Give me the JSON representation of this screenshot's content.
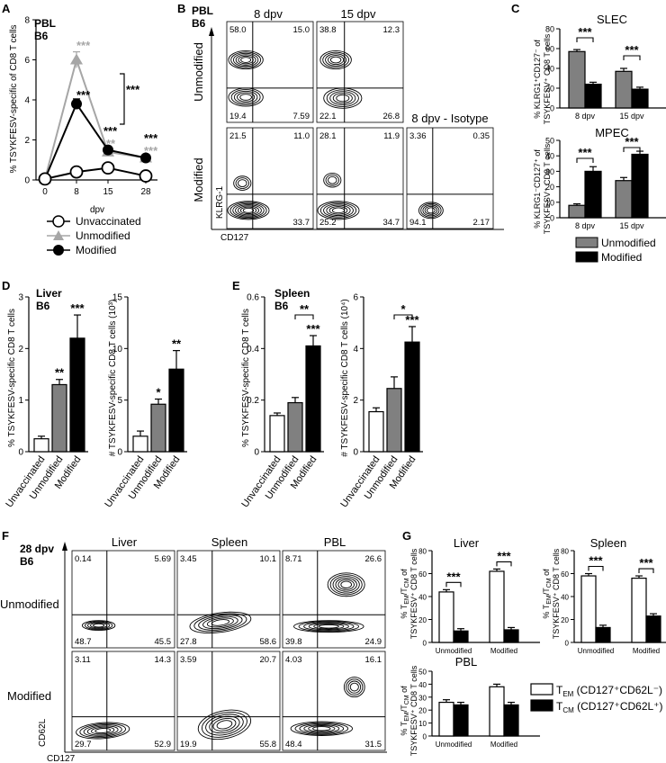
{
  "panels": {
    "A": "A",
    "B": "B",
    "C": "C",
    "D": "D",
    "E": "E",
    "F": "F",
    "G": "G"
  },
  "A": {
    "tag1": "PBL",
    "tag2": "B6",
    "ylabel": "% TSYKFESV-specific of CD8 T cells",
    "xlabel": "dpv",
    "legend": [
      {
        "name": "Unvaccinated",
        "marker": "open-circle",
        "color": "#000000"
      },
      {
        "name": "Unmodified",
        "marker": "triangle",
        "color": "#a6a6a6"
      },
      {
        "name": "Modified",
        "marker": "filled-circle",
        "color": "#000000"
      }
    ],
    "stars": {
      "u8": "***",
      "m8": "***",
      "br8": "***",
      "u15": "**",
      "m15": "***",
      "u28": "***",
      "m28": "***"
    }
  },
  "B": {
    "tag1": "PBL",
    "tag2": "B6",
    "col1": "8 dpv",
    "col2": "15 dpv",
    "iso": "8 dpv - Isotype",
    "row1": "Unmodified",
    "row2": "Modified",
    "yaxis": "KLRG-1",
    "xaxis": "CD127",
    "plots": [
      {
        "id": "u8",
        "q": [
          "58.0",
          "15.0",
          "19.4",
          "7.59"
        ]
      },
      {
        "id": "u15",
        "q": [
          "38.8",
          "12.3",
          "22.1",
          "26.8"
        ]
      },
      {
        "id": "m8",
        "q": [
          "21.5",
          "11.0",
          "33.7"
        ]
      },
      {
        "id": "m15",
        "q": [
          "28.1",
          "11.9",
          "25.2",
          "34.7"
        ]
      },
      {
        "id": "iso",
        "q": [
          "3.36",
          "0.35",
          "94.1",
          "2.17"
        ]
      }
    ]
  },
  "C": {
    "top_title": "SLEC",
    "top_ylabel1": "% KLRG1⁺CD127⁻ of",
    "top_ylabel2": "TSYKFESV⁺ CD8 T cells",
    "bot_title": "MPEC",
    "bot_ylabel1": "% KLRG1⁻CD127⁺ of",
    "bot_ylabel2": "TSYKFESV⁺ CD8 T cells",
    "groups": [
      "8 dpv",
      "15 dpv"
    ],
    "stars": "***",
    "legend": [
      {
        "name": "Unmodified",
        "color": "#808080"
      },
      {
        "name": "Modified",
        "color": "#000000"
      }
    ]
  },
  "D": {
    "tag1": "Liver",
    "tag2": "B6",
    "ylabel1": "% TSYKFESV-specific CD8 T cells",
    "ylabel2": "# TSYKFESV-specific CD8 T cells (10³)",
    "cats": [
      "Unvaccinated",
      "Unmodified",
      "Modified"
    ],
    "stars1": [
      "",
      "**",
      "***"
    ],
    "stars2": [
      "",
      "*",
      "**"
    ]
  },
  "E": {
    "tag1": "Spleen",
    "tag2": "B6",
    "ylabel1": "% TSYKFESV-specific CD8 T cells",
    "ylabel2": "# TSYKFESV-specific CD8 T cells (10⁴)",
    "cats": [
      "Unvaccinated",
      "Unmodified",
      "Modified"
    ],
    "stars1": [
      "",
      "",
      "***"
    ],
    "br1": "**",
    "stars2": [
      "",
      "",
      "***"
    ],
    "br2": "*"
  },
  "F": {
    "tag1": "28 dpv",
    "tag2": "B6",
    "cols": [
      "Liver",
      "Spleen",
      "PBL"
    ],
    "rows": [
      "Unmodified",
      "Modified"
    ],
    "yaxis": "CD62L",
    "xaxis": "CD127",
    "plots": [
      {
        "q": [
          "0.14",
          "5.69",
          "48.7",
          "45.5"
        ]
      },
      {
        "q": [
          "3.45",
          "10.1",
          "27.8",
          "58.6"
        ]
      },
      {
        "q": [
          "8.71",
          "26.6",
          "39.8",
          "24.9"
        ]
      },
      {
        "q": [
          "3.11",
          "14.3",
          "29.7",
          "52.9"
        ]
      },
      {
        "q": [
          "3.59",
          "20.7",
          "19.9",
          "55.8"
        ]
      },
      {
        "q": [
          "4.03",
          "16.1",
          "48.4",
          "31.5"
        ]
      }
    ]
  },
  "G": {
    "titles": [
      "Liver",
      "Spleen",
      "PBL"
    ],
    "ylabel1": "% T",
    "ylabel2": "TSYKFESV⁺ CD8 T cells",
    "groups": [
      "Unmodified",
      "Modified"
    ],
    "stars": "***",
    "legend": [
      {
        "name": "T",
        "sub": "EM",
        "rest": " (CD127⁺CD62L⁻)",
        "color": "#ffffff"
      },
      {
        "name": "T",
        "sub": "CM",
        "rest": " (CD127⁺CD62L⁺)",
        "color": "#000000"
      }
    ]
  },
  "chart_data": [
    {
      "panel": "A",
      "type": "line",
      "x": [
        0,
        8,
        15,
        28
      ],
      "xlim": [
        0,
        28
      ],
      "ylim": [
        0,
        8
      ],
      "xlabel": "dpv",
      "ylabel": "% TSYKFESV-specific of CD8 T cells",
      "series": [
        {
          "name": "Unvaccinated",
          "values": [
            0.05,
            0.4,
            0.6,
            0.2
          ]
        },
        {
          "name": "Unmodified",
          "values": [
            0.05,
            6.0,
            1.4,
            1.1
          ]
        },
        {
          "name": "Modified",
          "values": [
            0.05,
            3.8,
            1.5,
            1.1
          ]
        }
      ]
    },
    {
      "panel": "C-top",
      "type": "bar",
      "categories": [
        "8 dpv",
        "15 dpv"
      ],
      "ylim": [
        0,
        80
      ],
      "series": [
        {
          "name": "Unmodified",
          "values": [
            57,
            37
          ]
        },
        {
          "name": "Modified",
          "values": [
            24,
            19
          ]
        }
      ]
    },
    {
      "panel": "C-bottom",
      "type": "bar",
      "categories": [
        "8 dpv",
        "15 dpv"
      ],
      "ylim": [
        0,
        50
      ],
      "series": [
        {
          "name": "Unmodified",
          "values": [
            8,
            24
          ]
        },
        {
          "name": "Modified",
          "values": [
            30,
            41
          ]
        }
      ]
    },
    {
      "panel": "D-percent",
      "type": "bar",
      "categories": [
        "Unvaccinated",
        "Unmodified",
        "Modified"
      ],
      "values": [
        0.25,
        1.3,
        2.2
      ],
      "errors": [
        0.05,
        0.1,
        0.45
      ],
      "ylim": [
        0,
        3
      ]
    },
    {
      "panel": "D-number",
      "type": "bar",
      "categories": [
        "Unvaccinated",
        "Unmodified",
        "Modified"
      ],
      "values": [
        1.5,
        4.6,
        8.0
      ],
      "errors": [
        0.5,
        0.5,
        1.8
      ],
      "ylim": [
        0,
        15
      ]
    },
    {
      "panel": "E-percent",
      "type": "bar",
      "categories": [
        "Unvaccinated",
        "Unmodified",
        "Modified"
      ],
      "values": [
        0.14,
        0.19,
        0.41
      ],
      "errors": [
        0.01,
        0.02,
        0.04
      ],
      "ylim": [
        0,
        0.6
      ]
    },
    {
      "panel": "E-number",
      "type": "bar",
      "categories": [
        "Unvaccinated",
        "Unmodified",
        "Modified"
      ],
      "values": [
        1.55,
        2.45,
        4.25
      ],
      "errors": [
        0.15,
        0.45,
        0.6
      ],
      "ylim": [
        0,
        6
      ]
    },
    {
      "panel": "G-liver",
      "type": "bar",
      "categories": [
        "Unmodified",
        "Modified"
      ],
      "ylim": [
        0,
        80
      ],
      "series": [
        {
          "name": "TEM",
          "values": [
            44,
            62
          ]
        },
        {
          "name": "TCM",
          "values": [
            10,
            11
          ]
        }
      ]
    },
    {
      "panel": "G-spleen",
      "type": "bar",
      "categories": [
        "Unmodified",
        "Modified"
      ],
      "ylim": [
        0,
        80
      ],
      "series": [
        {
          "name": "TEM",
          "values": [
            58,
            56
          ]
        },
        {
          "name": "TCM",
          "values": [
            13,
            23
          ]
        }
      ]
    },
    {
      "panel": "G-pbl",
      "type": "bar",
      "categories": [
        "Unmodified",
        "Modified"
      ],
      "ylim": [
        0,
        50
      ],
      "series": [
        {
          "name": "TEM",
          "values": [
            26,
            38
          ]
        },
        {
          "name": "TCM",
          "values": [
            24,
            24
          ]
        }
      ]
    }
  ]
}
